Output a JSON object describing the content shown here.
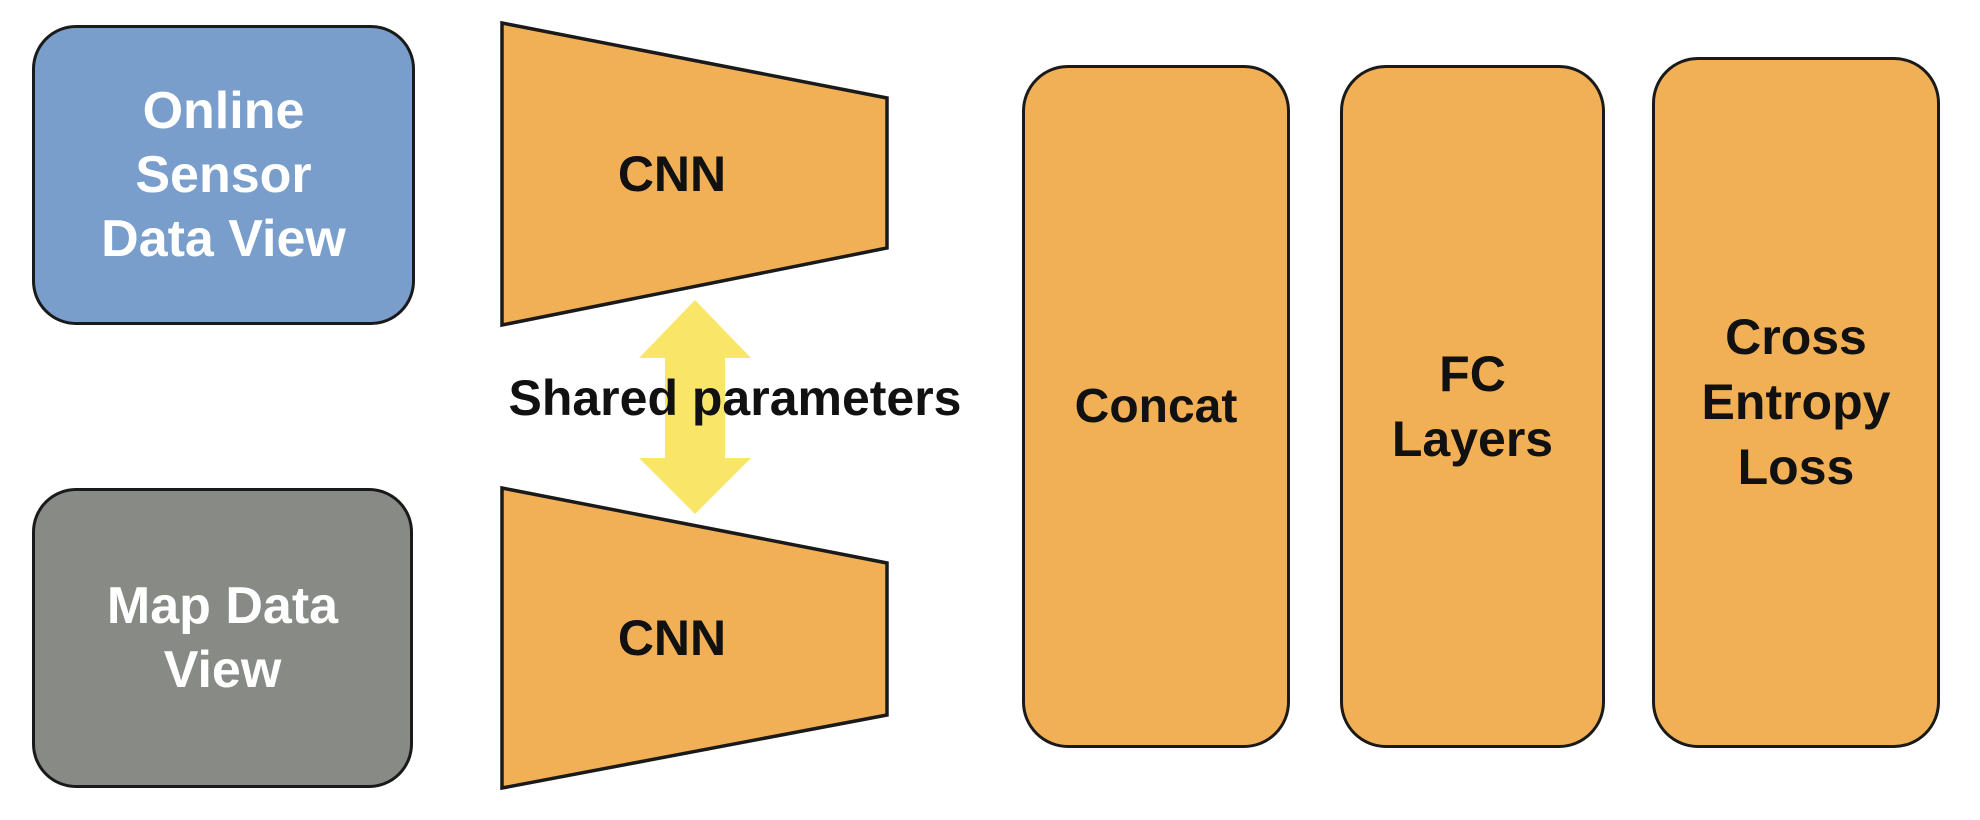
{
  "colors": {
    "background": "#ffffff",
    "border": "#1a1a1a",
    "input_blue": "#7a9ecb",
    "input_gray": "#888a85",
    "block_orange": "#f2b056",
    "arrow_yellow": "#f9e669",
    "text_dark": "#111111",
    "text_light": "#ffffff"
  },
  "diagram": {
    "inputs": [
      {
        "id": "online-sensor-data-view",
        "label": "Online\nSensor\nData View"
      },
      {
        "id": "map-data-view",
        "label": "Map Data\nView"
      }
    ],
    "encoders": [
      {
        "id": "cnn-top",
        "label": "CNN"
      },
      {
        "id": "cnn-bottom",
        "label": "CNN"
      }
    ],
    "shared_parameters_label": "Shared parameters",
    "arrow_icon": "double-headed-vertical-arrow",
    "stages": [
      {
        "id": "concat",
        "label": "Concat"
      },
      {
        "id": "fc-layers",
        "label": "FC\nLayers"
      },
      {
        "id": "cross-entropy-loss",
        "label": "Cross\nEntropy\nLoss"
      }
    ]
  }
}
